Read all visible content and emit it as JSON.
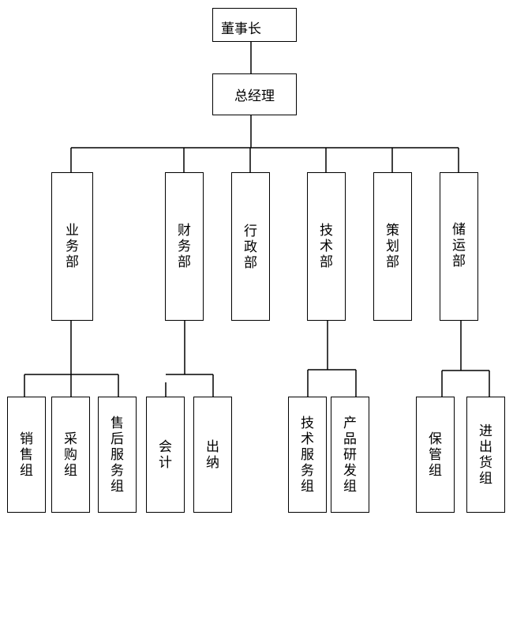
{
  "chairman": "董事长",
  "general_manager": "总经理",
  "departments": [
    "业务部",
    "财务部",
    "行政部",
    "技术部",
    "策划部",
    "储运部"
  ],
  "groups": {
    "business": [
      "销售组",
      "采购组",
      "售后服务组"
    ],
    "finance": [
      "会计",
      "出纳"
    ],
    "technology": [
      "技术服务组",
      "产品研发组"
    ],
    "logistics": [
      "保管组",
      "进出货组"
    ]
  }
}
